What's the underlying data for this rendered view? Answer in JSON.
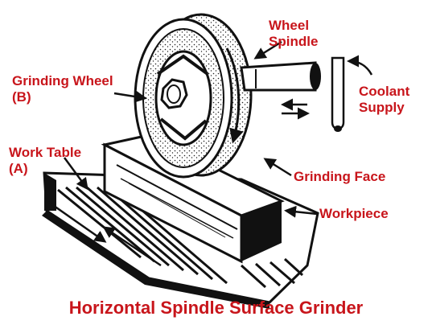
{
  "caption": "Horizontal Spindle Surface Grinder",
  "labels": {
    "wheel_spindle": [
      "Wheel",
      "Spindle"
    ],
    "grinding_wheel": [
      "Grinding Wheel",
      "(B)"
    ],
    "coolant_supply": [
      "Coolant",
      "Supply"
    ],
    "work_table": [
      "Work Table",
      "(A)"
    ],
    "grinding_face": "Grinding Face",
    "workpiece": "Workpiece"
  },
  "colors": {
    "label_red": "#c8151b",
    "ink": "#111111",
    "background": "#ffffff"
  }
}
